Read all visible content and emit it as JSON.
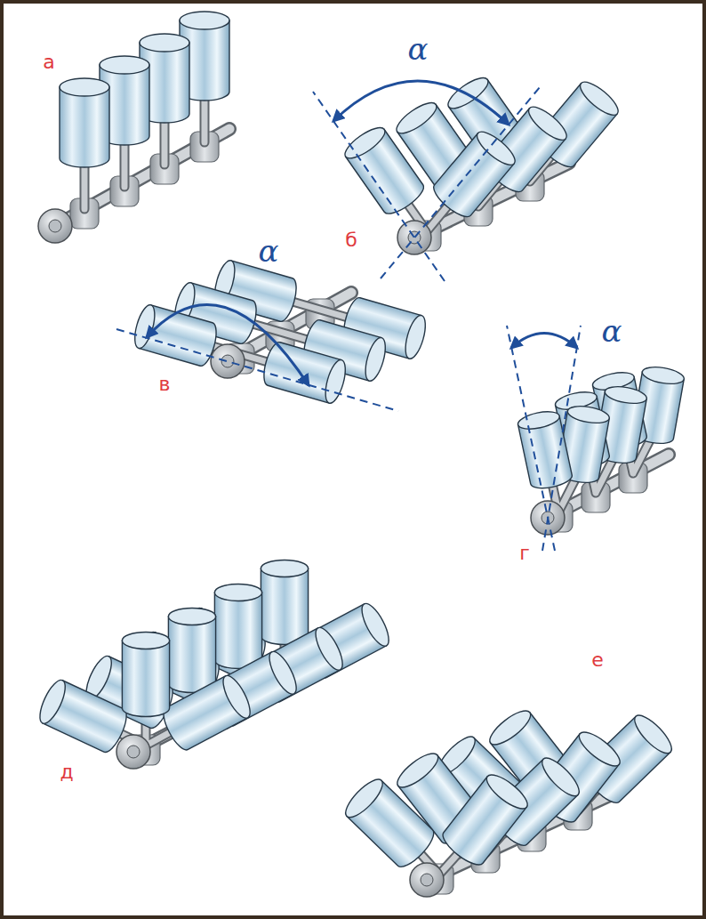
{
  "diagram": {
    "labels": [
      "а",
      "α",
      "б",
      "α",
      "в",
      "α",
      "г",
      "е",
      "д"
    ]
  }
}
